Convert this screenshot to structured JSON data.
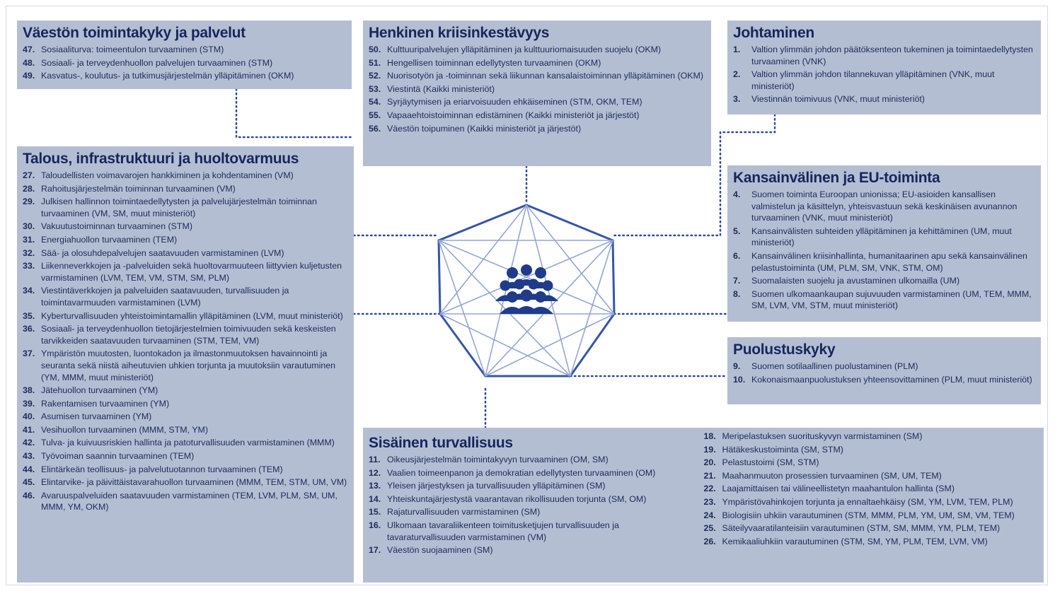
{
  "sections": {
    "vaeston": {
      "title": "Väestön toimintakyky ja palvelut",
      "items": [
        {
          "n": "47.",
          "text": "Sosiaaliturva: toimeentulon turvaaminen (STM)"
        },
        {
          "n": "48.",
          "text": "Sosiaali- ja terveydenhuollon palvelujen turvaaminen (STM)"
        },
        {
          "n": "49.",
          "text": "Kasvatus-, koulutus- ja tutkimusjärjestelmän ylläpitäminen (OKM)"
        }
      ]
    },
    "henkinen": {
      "title": "Henkinen kriisinkestävyys",
      "items": [
        {
          "n": "50.",
          "text": "Kulttuuripalvelujen ylläpitäminen ja kulttuuriomaisuuden suojelu (OKM)"
        },
        {
          "n": "51.",
          "text": "Hengellisen toiminnan edellytysten turvaaminen (OKM)"
        },
        {
          "n": "52.",
          "text": "Nuorisotyön ja -toiminnan sekä liikunnan kansalaistoiminnan ylläpitäminen (OKM)"
        },
        {
          "n": "53.",
          "text": "Viestintä (Kaikki ministeriöt)"
        },
        {
          "n": "54.",
          "text": "Syrjäytymisen ja eriarvoisuuden ehkäiseminen (STM, OKM, TEM)"
        },
        {
          "n": "55.",
          "text": "Vapaaehtoistoiminnan edistäminen (Kaikki ministeriöt ja järjestöt)"
        },
        {
          "n": "56.",
          "text": "Väestön toipuminen (Kaikki ministeriöt ja järjestöt)"
        }
      ]
    },
    "johtaminen": {
      "title": "Johtaminen",
      "items": [
        {
          "n": "1.",
          "text": "Valtion ylimmän johdon päätöksenteon tukeminen ja toimintaedellytysten turvaaminen (VNK)"
        },
        {
          "n": "2.",
          "text": "Valtion ylimmän johdon tilannekuvan ylläpitäminen (VNK, muut ministeriöt)"
        },
        {
          "n": "3.",
          "text": "Viestinnän toimivuus (VNK, muut ministeriöt)"
        }
      ]
    },
    "talous": {
      "title": "Talous, infrastruktuuri ja huoltovarmuus",
      "items": [
        {
          "n": "27.",
          "text": "Taloudellisten voimavarojen hankkiminen ja kohdentaminen (VM)"
        },
        {
          "n": "28.",
          "text": "Rahoitusjärjestelmän toiminnan turvaaminen (VM)"
        },
        {
          "n": "29.",
          "text": "Julkisen hallinnon toimintaedellytysten ja palvelujärjestelmän toiminnan turvaaminen (VM, SM, muut ministeriöt)"
        },
        {
          "n": "30.",
          "text": "Vakuutustoiminnan turvaaminen (STM)"
        },
        {
          "n": "31.",
          "text": "Energiahuollon turvaaminen (TEM)"
        },
        {
          "n": "32.",
          "text": "Sää- ja olosuhdepalvelujen saatavuuden varmistaminen (LVM)"
        },
        {
          "n": "33.",
          "text": "Liikenneverkkojen ja -palveluiden sekä huoltovarmuuteen liittyvien kuljetusten varmistaminen (LVM, TEM, VM, STM, SM, PLM)"
        },
        {
          "n": "34.",
          "text": "Viestintäverkkojen ja palveluiden saatavuuden, turvallisuuden ja toimintavarmuuden varmistaminen (LVM)"
        },
        {
          "n": "35.",
          "text": "Kyberturvallisuuden yhteistoimintamallin ylläpitäminen (LVM, muut ministeriöt)"
        },
        {
          "n": "36.",
          "text": "Sosiaali- ja terveydenhuollon tietojärjestelmien toimivuuden sekä keskeisten tarvikkeiden saatavuuden turvaaminen (STM, TEM, VM)"
        },
        {
          "n": "37.",
          "text": "Ympäristön muutosten, luontokadon ja ilmastonmuutoksen havainnointi ja seuranta sekä niistä aiheutuvien uhkien torjunta ja muutoksiin varautuminen (YM, MMM, muut ministeriöt)"
        },
        {
          "n": "38.",
          "text": "Jätehuollon turvaaminen (YM)"
        },
        {
          "n": "39.",
          "text": "Rakentamisen turvaaminen (YM)"
        },
        {
          "n": "40.",
          "text": "Asumisen turvaaminen (YM)"
        },
        {
          "n": "41.",
          "text": "Vesihuollon turvaaminen (MMM, STM, YM)"
        },
        {
          "n": "42.",
          "text": "Tulva- ja kuivuusriskien hallinta ja patoturvallisuuden varmistaminen (MMM)"
        },
        {
          "n": "43.",
          "text": "Työvoiman saannin turvaaminen (TEM)"
        },
        {
          "n": "44.",
          "text": "Elintärkeän teollisuus- ja palvelutuotannon turvaaminen (TEM)"
        },
        {
          "n": "45.",
          "text": "Elintarvike- ja päivittäistavarahuollon turvaaminen (MMM, TEM, STM, UM, VM)"
        },
        {
          "n": "46.",
          "text": "Avaruuspalveluiden saatavuuden varmistaminen (TEM, LVM, PLM, SM, UM, MMM, YM, OKM)"
        }
      ]
    },
    "kansainvalinen": {
      "title": "Kansainvälinen ja EU-toiminta",
      "items": [
        {
          "n": "4.",
          "text": "Suomen toiminta Euroopan unionissa; EU-asioiden kansallisen valmistelun ja käsittelyn, yhteisvastuun sekä keskinäisen avunannon turvaaminen (VNK, muut ministeriöt)"
        },
        {
          "n": "5.",
          "text": "Kansainvälisten suhteiden ylläpitäminen ja kehittäminen (UM, muut ministeriöt)"
        },
        {
          "n": "6.",
          "text": "Kansainvälinen kriisinhallinta, humanitaarinen apu sekä kansainvälinen pelastustoiminta (UM, PLM, SM, VNK, STM, OM)"
        },
        {
          "n": "7.",
          "text": "Suomalaisten suojelu ja avustaminen ulkomailla (UM)"
        },
        {
          "n": "8.",
          "text": "Suomen ulkomaankaupan sujuvuuden varmistaminen (UM, TEM, MMM, SM, LVM, VM, STM, muut ministeriöt)"
        }
      ]
    },
    "puolustus": {
      "title": "Puolustuskyky",
      "items": [
        {
          "n": "9.",
          "text": "Suomen sotilaallinen puolustaminen (PLM)"
        },
        {
          "n": "10.",
          "text": "Kokonaismaanpuolustuksen yhteensovittaminen (PLM, muut ministeriöt)"
        }
      ]
    },
    "sisainen": {
      "title": "Sisäinen turvallisuus",
      "items_left": [
        {
          "n": "11.",
          "text": "Oikeusjärjestelmän toimintakyvyn turvaaminen (OM, SM)"
        },
        {
          "n": "12.",
          "text": "Vaalien toimeenpanon ja demokratian edellytysten turvaaminen (OM)"
        },
        {
          "n": "13.",
          "text": "Yleisen järjestyksen ja turvallisuuden ylläpitäminen (SM)"
        },
        {
          "n": "14.",
          "text": "Yhteiskuntajärjestystä vaarantavan rikollisuuden torjunta (SM, OM)"
        },
        {
          "n": "15.",
          "text": "Rajaturvallisuuden varmistaminen (SM)"
        },
        {
          "n": "16.",
          "text": "Ulkomaan tavaraliikenteen toimitusketjujen turvallisuuden ja tavaraturvallisuuden varmistaminen (VM)"
        },
        {
          "n": "17.",
          "text": "Väestön suojaaminen (SM)"
        }
      ],
      "items_right": [
        {
          "n": "18.",
          "text": "Meripelastuksen suorituskyvyn varmistaminen (SM)"
        },
        {
          "n": "19.",
          "text": "Hätäkeskustoiminta (SM, STM)"
        },
        {
          "n": "20.",
          "text": "Pelastustoimi (SM, STM)"
        },
        {
          "n": "21.",
          "text": "Maahanmuuton prosessien turvaaminen (SM, UM, TEM)"
        },
        {
          "n": "22.",
          "text": "Laajamittaisen tai välineellistetyn maahantulon hallinta (SM)"
        },
        {
          "n": "23.",
          "text": "Ympäristövahinkojen torjunta ja ennaltaehkäisy (SM, YM, LVM, TEM, PLM)"
        },
        {
          "n": "24.",
          "text": "Biologisiin uhkiin varautuminen (STM, MMM, PLM, YM, UM, SM, VM, TEM)"
        },
        {
          "n": "25.",
          "text": "Säteilyvaaratilanteisiin varautuminen (STM, SM, MMM, YM, PLM, TEM)"
        },
        {
          "n": "26.",
          "text": "Kemikaaliuhkiin varautuminen (STM, SM, YM, PLM, TEM, LVM, VM)"
        }
      ]
    }
  },
  "center": {
    "icon": "people-group-icon",
    "shape": "heptagon"
  },
  "colors": {
    "box_fill": "#b4bed3",
    "title": "#16265d",
    "text": "#1c2b59",
    "line": "#2d4a9a",
    "heptagon": "#3556a8",
    "inner": "#93a6d4"
  }
}
